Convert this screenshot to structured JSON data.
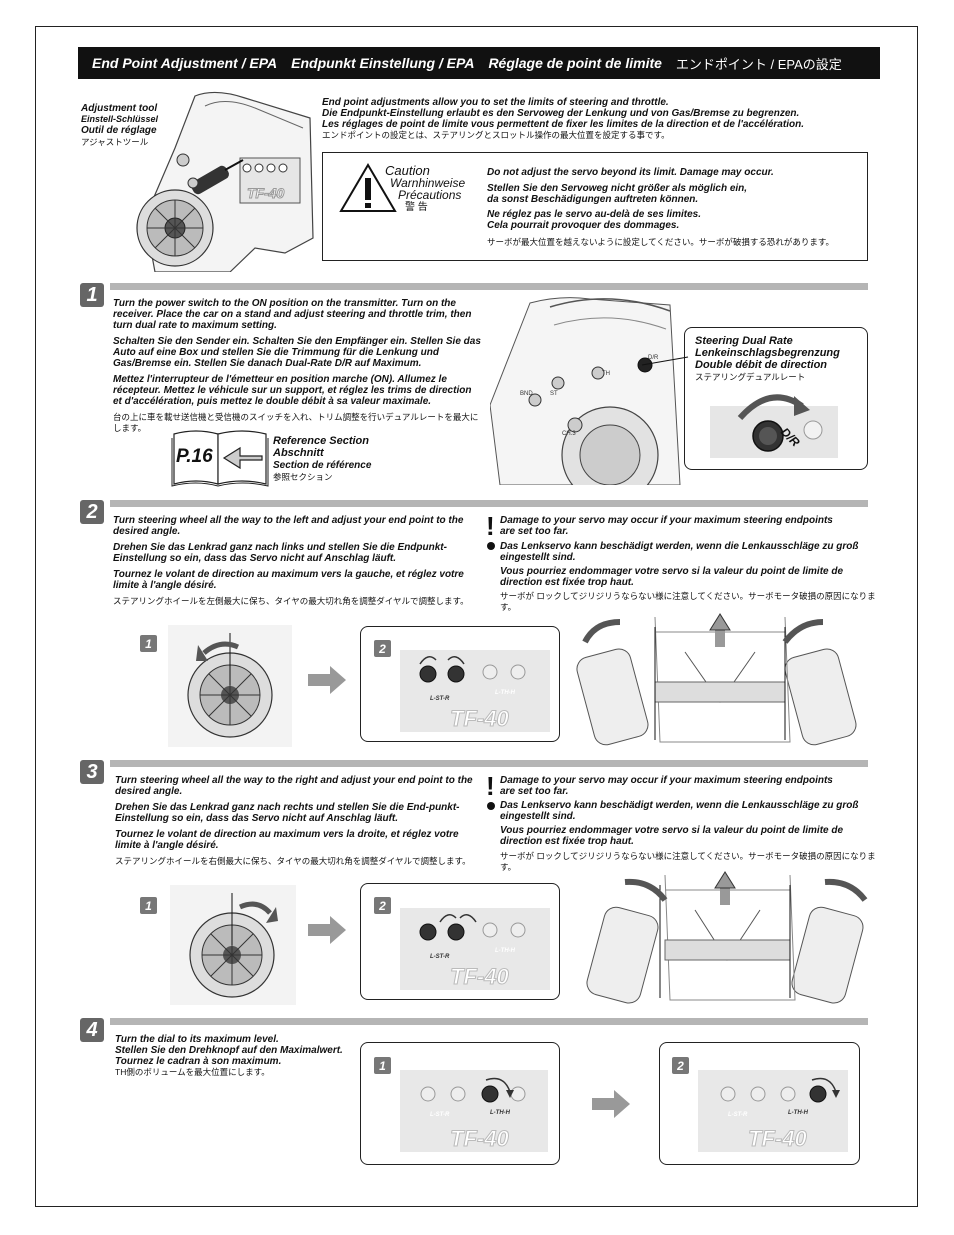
{
  "header": {
    "en": "End Point Adjustment / EPA",
    "de": "Endpunkt Einstellung / EPA",
    "fr": "Réglage de point de limite",
    "jp": "エンドポイント / EPAの設定"
  },
  "tool": {
    "en": "Adjustment tool",
    "de": "Einstell-Schlüssel",
    "fr": "Outil de réglage",
    "jp": "アジャストツール"
  },
  "intro": {
    "en": "End point adjustments allow you to set the limits of steering and throttle.",
    "de": "Die Endpunkt-Einstellung erlaubt es den Servoweg der Lenkung und von Gas/Bremse zu begrenzen.",
    "fr": "Les réglages de point de limite vous permettent de fixer les limites de la direction et de l'accélération.",
    "jp": "エンドポイントの設定とは、ステアリングとスロットル操作の最大位置を設定する事です。"
  },
  "caution": {
    "title_en": "Caution",
    "title_de": "Warnhinweise",
    "title_fr": "Précautions",
    "title_jp": "警 告",
    "en": "Do not adjust the servo beyond its limit. Damage may occur.",
    "de1": "Stellen Sie den Servoweg nicht größer als möglich ein,",
    "de2": "da sonst Beschädigungen auftreten können.",
    "fr1": "Ne réglez pas le servo au-delà de ses limites.",
    "fr2": "Cela pourrait provoquer des dommages.",
    "jp": "サーボが最大位置を越えないように設定してください。サーボが破損する恐れがあります。"
  },
  "step1": {
    "num": "1",
    "en": "Turn the power switch to the ON position on the transmitter. Turn on the receiver. Place the car on a stand and adjust steering and throttle trim, then turn dual rate to maximum setting.",
    "de": "Schalten Sie den Sender ein. Schalten Sie den Empfänger ein. Stellen Sie das Auto auf eine Box und stellen Sie die Trimmung für die Lenkung und Gas/Bremse ein. Stellen Sie danach Dual-Rate D/R auf Maximum.",
    "fr": "Mettez l'interrupteur de l'émetteur en position marche (ON). Allumez le récepteur. Mettez le véhicule sur un support, et réglez les trims de direction et d'accélération, puis mettez le double débit à sa valeur maximale.",
    "jp": "台の上に車を載せ送信機と受信機のスイッチを入れ、トリム調整を行いデュアルレートを最大にします。",
    "ref_page": "P.16",
    "ref_en": "Reference Section",
    "ref_de": "Abschnitt",
    "ref_fr": "Section de référence",
    "ref_jp": "参照セクション",
    "dr_en": "Steering Dual Rate",
    "dr_de": "Lenkeinschlagsbegrenzung",
    "dr_fr": "Double débit de direction",
    "dr_jp": "ステアリングデュアルレート",
    "dr_label": "D/R",
    "knob_dr": "D/R",
    "knob_th": "TH",
    "knob_st": "ST",
    "knob_bnd": "BND",
    "knob_ch3": "CH.3"
  },
  "step2": {
    "num": "2",
    "en": "Turn steering wheel all the way to the left and adjust your end point to the desired angle.",
    "de": "Drehen Sie das Lenkrad ganz nach links und stellen Sie die Endpunkt-Einstellung so ein, dass das Servo nicht auf Anschlag läuft.",
    "fr": "Tournez le volant de direction au maximum vers la gauche, et réglez votre limite à l'angle désiré.",
    "jp": "ステアリングホイールを左側最大に保ち、タイヤの最大切れ角を調整ダイヤルで調整します。",
    "warn_en": "Damage to your servo may occur if your maximum steering endpoints are set too far.",
    "warn_de": "Das Lenkservo kann beschädigt werden, wenn die Lenkausschläge zu groß eingestellt sind.",
    "warn_fr": "Vous pourriez endommager votre servo si la valeur du point de limite de direction est fixée trop haut.",
    "warn_jp": "サーボが ロックしてジリジリうならない様に注意してください。サーボモータ破損の原因になります。",
    "sub1": "1",
    "sub2": "2",
    "panel_label": "L-ST-R",
    "panel_label2": "L-TH-H",
    "brand": "TF-40"
  },
  "step3": {
    "num": "3",
    "en": "Turn steering wheel all the way to the right and adjust your end point to the desired angle.",
    "de": "Drehen Sie das Lenkrad ganz nach rechts und stellen Sie die End-punkt-Einstellung so ein, dass das Servo nicht auf Anschlag läuft.",
    "fr": "Tournez le volant de direction au maximum vers la droite, et réglez votre limite à l'angle désiré.",
    "jp": "ステアリングホイールを右側最大に保ち、タイヤの最大切れ角を調整ダイヤルで調整します。",
    "warn_en": "Damage to your servo may occur if your maximum steering endpoints are set too far.",
    "warn_de": "Das Lenkservo kann beschädigt werden, wenn die Lenkausschläge zu groß eingestellt sind.",
    "warn_fr": "Vous pourriez endommager votre servo si la valeur du point de limite de direction est fixée trop haut.",
    "warn_jp": "サーボが ロックしてジリジリうならない様に注意してください。サーボモータ破損の原因になります。",
    "sub1": "1",
    "sub2": "2",
    "panel_label": "L-ST-R",
    "panel_label2": "L-TH-H",
    "brand": "TF-40"
  },
  "step4": {
    "num": "4",
    "en": "Turn the dial to its maximum level.",
    "de": "Stellen Sie den Drehknopf auf den Maximalwert.",
    "fr": "Tournez le cadran à son maximum.",
    "jp": "TH側のボリュームを最大位置にします。",
    "sub1": "1",
    "sub2": "2",
    "panel_label": "L-ST-R",
    "panel_label2": "L-TH-H",
    "brand": "TF-40"
  }
}
